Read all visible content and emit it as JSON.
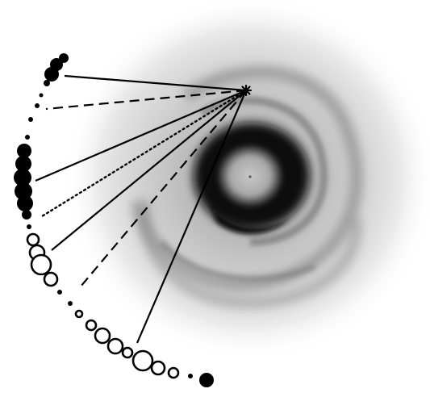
{
  "diagram": {
    "description_free": true,
    "colors": {
      "background": "#ffffff",
      "ink": "#000000",
      "disk_light": "#f1f1f1",
      "disk_mid": "#bdbdbd",
      "disk_dark": "#111111"
    },
    "star_marker": "asterisk",
    "sightline_styles": [
      "solid",
      "dashed",
      "solid",
      "dotted",
      "solid",
      "dashed",
      "solid"
    ],
    "arc_markers_filled": 17,
    "arc_markers_open": 14
  }
}
